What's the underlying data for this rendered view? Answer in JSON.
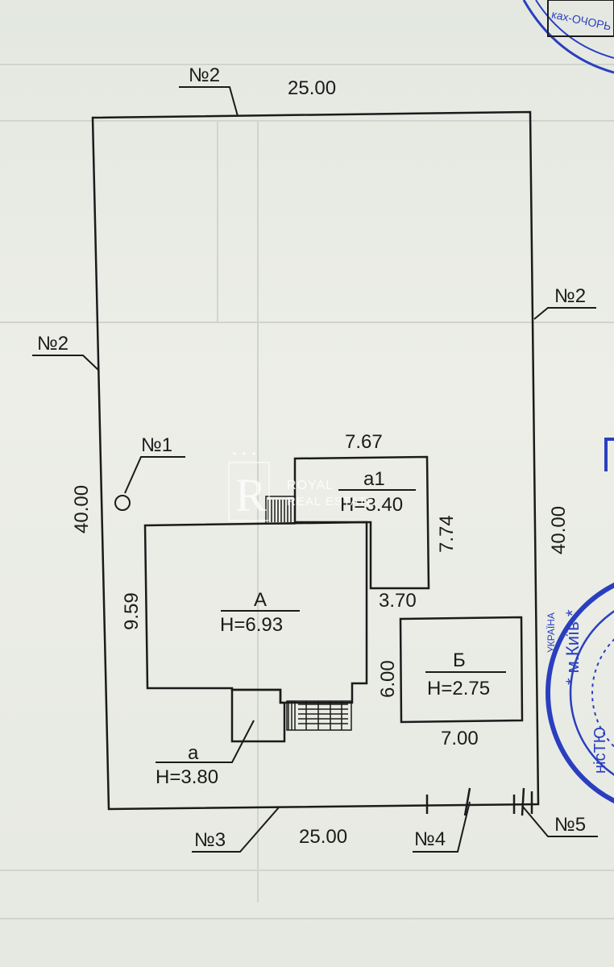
{
  "plot": {
    "top_length": "25.00",
    "bottom_length": "25.00",
    "left_length": "40.00",
    "right_length": "40.00"
  },
  "neighbors": {
    "top": "№2",
    "left": "№2",
    "right": "№2",
    "bottom_left": "№3",
    "bottom_mid": "№4",
    "bottom_right": "№5"
  },
  "marker": {
    "label": "№1"
  },
  "buildings": {
    "main": {
      "name": "А",
      "height": "Н=6.93",
      "side_dim": "9.59"
    },
    "a1": {
      "name": "а1",
      "height": "Н=3.40",
      "top_dim": "7.67",
      "side_dim": "7.74",
      "bottom_dim": "3.70"
    },
    "b": {
      "name": "Б",
      "height": "Н=2.75",
      "side_dim": "6.00",
      "bottom_dim": "7.00"
    },
    "a": {
      "name": "а",
      "height": "Н=3.80"
    }
  },
  "watermark": {
    "line1": "ROYAL",
    "line2": "REAL ESTATE",
    "monogram": "R"
  },
  "stamp": {
    "text1": "УКРАЇНА",
    "text2": "* м.Київ *",
    "text3": "нісТЮ",
    "box_text": "ках-ОЧОРЬ"
  },
  "colors": {
    "ink": "#1b1b1b",
    "stamp": "#2a3fbf",
    "paper": "#e9ece5"
  }
}
